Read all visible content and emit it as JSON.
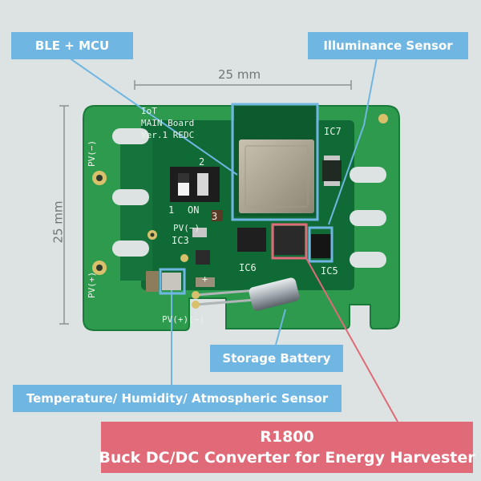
{
  "dimensions": {
    "width_label": "25 mm",
    "height_label": "25 mm"
  },
  "callouts": {
    "ble_mcu": "BLE + MCU",
    "illuminance": "Illuminance Sensor",
    "battery": "Storage Battery",
    "temp_humidity": "Temperature/ Humidity/ Atmospheric Sensor",
    "r1800_line1": "R1800",
    "r1800_line2": "Buck DC/DC Converter for Energy Harvester"
  },
  "board_silkscreen": {
    "line1": "IoT",
    "line2": "MAIN Board",
    "line3": "Ver.1  REDC",
    "ic7": "IC7",
    "ic3": "IC3",
    "ic5": "IC5",
    "ic6": "IC6",
    "pv_minus_left": "PV(−)",
    "pv_plus_left": "PV(+)",
    "pv_minus_center": "PV(−)",
    "on_label": "ON",
    "num_1": "1",
    "num_2": "2",
    "num_3": "3",
    "plus_sign": "+",
    "pv_bottom": "PV(+)(−)"
  },
  "colors": {
    "background": "#dde3e2",
    "pcb_dark": "#0f6a35",
    "pcb_light": "#2e9a4e",
    "callout_blue": "#6fb6e2",
    "callout_red": "#e06a78",
    "dimension_line": "#8c9292"
  }
}
